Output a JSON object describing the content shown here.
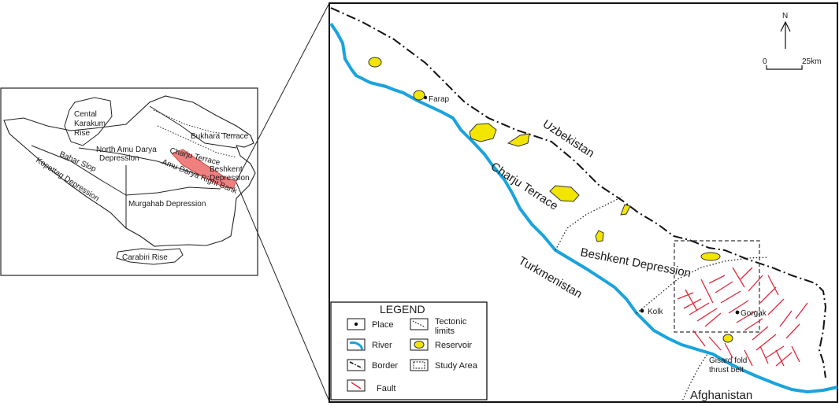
{
  "overview": {
    "labels": {
      "cental_karakum_rise": [
        "Cental",
        "Karakum",
        "Rise"
      ],
      "north_amu_darya_depression": [
        "North Amu Darya",
        "Depression"
      ],
      "bukhara_terrace": "Bukhara Terrace",
      "charju_terrace": "Charju Terrace",
      "amu_darya_right_bank": "Amu Darya Right Bank",
      "beshkent_depression": [
        "Beshkent",
        "Depression"
      ],
      "bahar_slop": "Bahar Slop",
      "kopettag_depression": "Kopettag Depression",
      "murgahab_depression": "Murgahab Depression",
      "carabiri_rise": "Carabiri Rise"
    },
    "highlight_color": "#f08080"
  },
  "detail": {
    "countries": {
      "uzbekistan": "Uzbekistan",
      "turkmenistan": "Turkmenistan",
      "afghanistan": "Afghanistan"
    },
    "regions": {
      "charju_terrace": "Charju Terrace",
      "beshkent_depression": "Beshkent Depression",
      "gisard": [
        "Gisard fold",
        "thrust belt"
      ]
    },
    "places": {
      "farap": "Farap",
      "kolk": "Kolk",
      "gorgak": "Gorgak"
    },
    "north_arrow": "N",
    "scale_bar": {
      "start": "0",
      "end": "25km"
    }
  },
  "legend": {
    "title": "LEGEND",
    "items": {
      "place": "Place",
      "river": "River",
      "border": "Border",
      "fault": "Fault",
      "tectonic_limits": [
        "Tectonic",
        "limits"
      ],
      "reservoir": "Reservoir",
      "study_area": "Study Area"
    }
  },
  "colors": {
    "river": "#1aa3dc",
    "reservoir_fill": "#f2e600",
    "fault": "#e0283c",
    "highlight": "#f08080"
  }
}
